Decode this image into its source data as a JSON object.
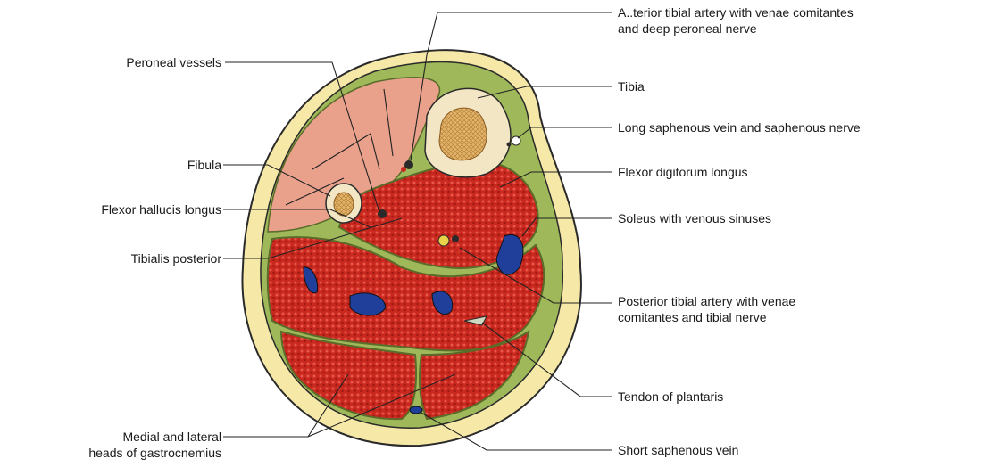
{
  "labels": {
    "anterior_tibial": [
      "A..terior tibial artery with venae comitantes",
      "and deep peroneal nerve"
    ],
    "peroneal_vessels": "Peroneal vessels",
    "tibia": "Tibia",
    "long_saphenous": "Long saphenous vein and saphenous nerve",
    "fibula": "Fibula",
    "flexor_digitorum": "Flexor digitorum longus",
    "flexor_hallucis": "Flexor hallucis longus",
    "soleus": "Soleus with venous sinuses",
    "tibialis_posterior": "Tibialis posterior",
    "posterior_tibial": [
      "Posterior tibial artery with venae",
      "comitantes and tibial nerve"
    ],
    "tendon_plantaris": "Tendon of plantaris",
    "gastrocnemius": [
      "Medial and lateral",
      "heads of gastrocnemius"
    ],
    "short_saphenous": "Short saphenous vein"
  },
  "colors": {
    "skin": "#f6e9a8",
    "fascia": "#9fb85a",
    "anterior_muscle": "#e9a18c",
    "posterior_muscle": "#c9281e",
    "bone": "#f3e6c4",
    "marrow": "#d9a862",
    "vein": "#1f3f9a",
    "outline": "#2a2a2a"
  }
}
